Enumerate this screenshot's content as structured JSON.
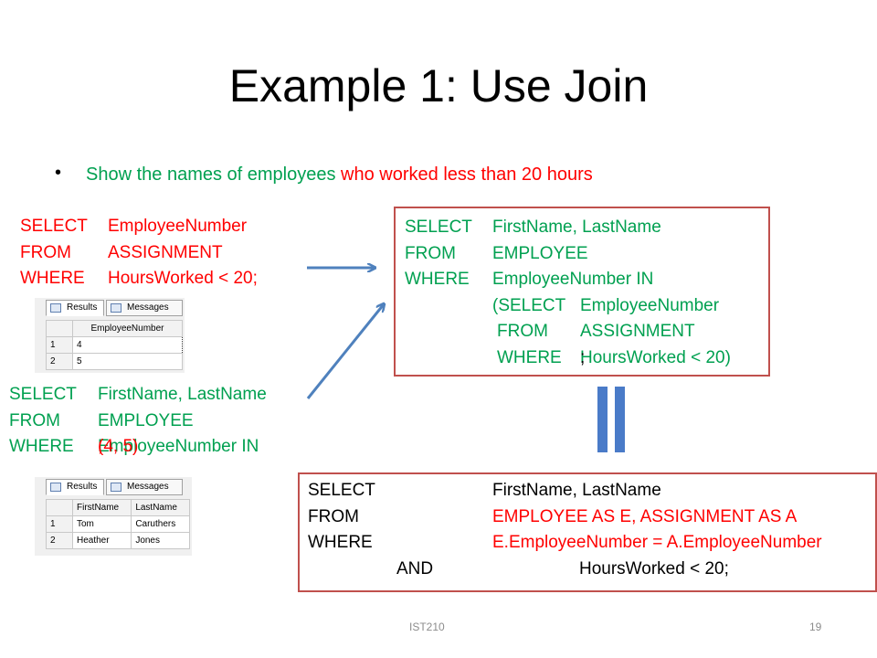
{
  "slide": {
    "title": "Example 1: Use Join",
    "bullet_green": "Show the names of employees ",
    "bullet_red": "who worked less than 20 hours",
    "footer_left": "IST210",
    "footer_page": "19"
  },
  "query1": {
    "kw1": "SELECT",
    "val1": "EmployeeNumber",
    "kw2": "FROM",
    "val2": "ASSIGNMENT",
    "kw3": "WHERE",
    "val3": "HoursWorked < 20;"
  },
  "result1": {
    "tab_results": "Results",
    "tab_messages": "Messages",
    "column": "EmployeeNumber",
    "rows": [
      {
        "n": "1",
        "v": "4"
      },
      {
        "n": "2",
        "v": "5"
      }
    ]
  },
  "query2": {
    "kw1": "SELECT",
    "val1": "FirstName, LastName",
    "kw2": "FROM",
    "val2": "EMPLOYEE",
    "kw3": "WHERE",
    "val3": "EmployeeNumber IN ",
    "val3_red": "(4, 5)",
    "val3_end": ";"
  },
  "result2": {
    "tab_results": "Results",
    "tab_messages": "Messages",
    "columns": [
      "FirstName",
      "LastName"
    ],
    "rows": [
      {
        "n": "1",
        "first": "Tom",
        "last": "Caruthers"
      },
      {
        "n": "2",
        "first": "Heather",
        "last": "Jones"
      }
    ]
  },
  "query3": {
    "kw1": "SELECT",
    "val1": "FirstName, LastName",
    "kw2": "FROM",
    "val2": "EMPLOYEE",
    "kw3": "WHERE",
    "val3": "EmployeeNumber IN",
    "sub_open": "(SELECT",
    "sub_val1": "EmployeeNumber",
    "sub_kw2": "FROM",
    "sub_val2": "ASSIGNMENT",
    "sub_kw3": "WHERE",
    "sub_val3": "HoursWorked < 20)",
    "sub_end": ";"
  },
  "query4": {
    "kw1": "SELECT",
    "val1": "FirstName, LastName",
    "kw2": "FROM",
    "val2": "EMPLOYEE AS E, ASSIGNMENT AS A",
    "kw3": "WHERE",
    "val3": "E.EmployeeNumber = A.EmployeeNumber",
    "kw4": "AND",
    "val4": "HoursWorked < 20;"
  },
  "colors": {
    "green": "#00a050",
    "red": "#ff0000",
    "box_border": "#c0504d",
    "arrow": "#4f81bd",
    "equal_sign": "#4a7bc8"
  }
}
